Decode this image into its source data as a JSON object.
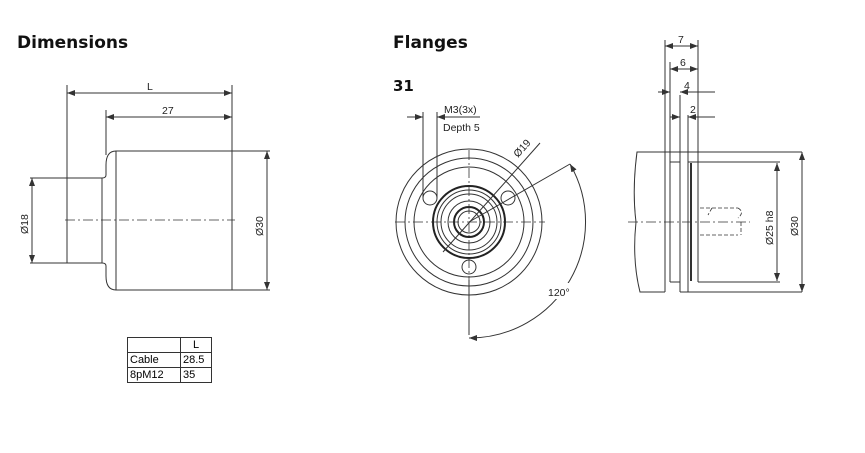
{
  "sections": {
    "dimensions": "Dimensions",
    "flanges": "Flanges",
    "flange_number": "31"
  },
  "dimensions_view": {
    "length": "L",
    "body_length": "27",
    "shaft_diameter": "Ø18",
    "body_diameter": "Ø30"
  },
  "front_view": {
    "thread": "M3(3x)",
    "depth": "Depth 5",
    "hub_diameter": "Ø19",
    "angle": "120°"
  },
  "side_view": {
    "dim_7": "7",
    "dim_6": "6",
    "dim_4": "4",
    "dim_2": "2",
    "spigot_diameter": "Ø25 h8",
    "body_diameter": "Ø30"
  },
  "length_table": {
    "header": [
      "",
      "L"
    ],
    "rows": [
      [
        "Cable",
        "28.5"
      ],
      [
        "8pM12",
        "35"
      ]
    ]
  }
}
